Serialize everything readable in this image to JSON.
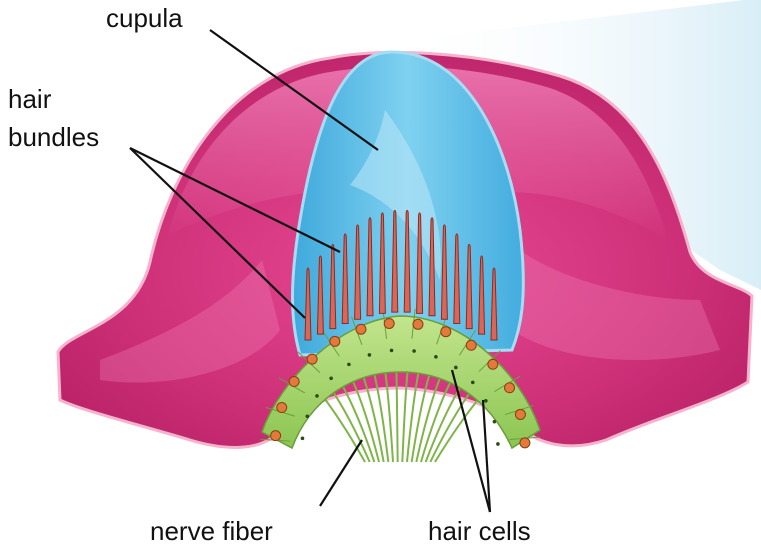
{
  "labels": {
    "cupula": "cupula",
    "hair_line1": "hair",
    "hair_line2": "bundles",
    "nerve_fiber": "nerve fiber",
    "hair_cells": "hair cells"
  },
  "colors": {
    "tissue_pink": "#d8367f",
    "tissue_light": "#ee7fb4",
    "tissue_outline": "#f6b3cc",
    "cupula_blue": "#5cbfe6",
    "cupula_light": "#bde8f7",
    "hair_bundle": "#d8675a",
    "hair_cell_green": "#a6d86a",
    "nucleus_orange": "#e27a3b",
    "nerve_green": "#7fb548",
    "label_line": "#111111"
  }
}
